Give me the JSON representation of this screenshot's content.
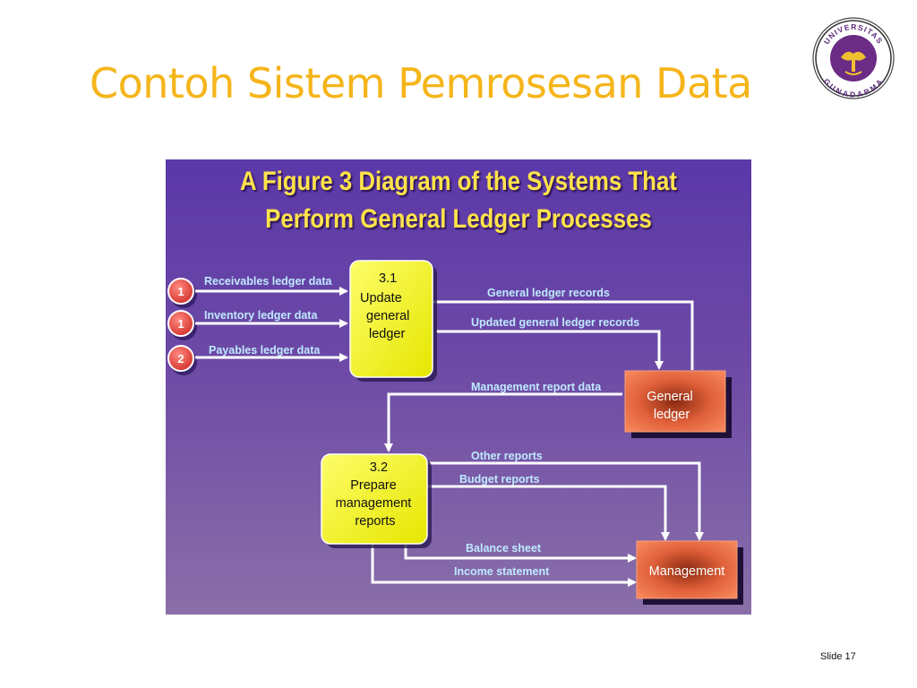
{
  "slide": {
    "title": "Contoh Sistem Pemrosesan Data",
    "number_label": "Slide 17"
  },
  "logo": {
    "icon": "university-seal-icon",
    "top_text": "UNIVERSITAS",
    "bottom_text": "GUNADARMA"
  },
  "figure": {
    "title_line1": "A Figure 3 Diagram of the Systems That",
    "title_line2": "Perform General Ledger Processes",
    "colors": {
      "background": "#6d4aa6",
      "title": "#ffe34a",
      "label": "#bfe9ff",
      "process": "#fbfb2a",
      "store": "#f26d3d",
      "connector": "#e8403a",
      "arrow": "#ffffff"
    },
    "connectors": [
      "1",
      "1",
      "2"
    ],
    "processes": {
      "update": {
        "line1": "3.1",
        "line2": "Update",
        "line3": "general",
        "line4": "ledger"
      },
      "prepare": {
        "line1": "3.2",
        "line2": "Prepare",
        "line3": "management",
        "line4": "reports"
      }
    },
    "stores": {
      "general_ledger": {
        "line1": "General",
        "line2": "ledger"
      },
      "management": {
        "line1": "Management"
      }
    },
    "flows": {
      "receivables": "Receivables ledger data",
      "inventory": "Inventory ledger data",
      "payables": "Payables ledger data",
      "gl_records": "General ledger records",
      "updated_gl_records": "Updated general ledger records",
      "mgmt_report_data": "Management report data",
      "other_reports": "Other reports",
      "budget_reports": "Budget reports",
      "balance_sheet": "Balance sheet",
      "income_statement": "Income statement"
    }
  }
}
